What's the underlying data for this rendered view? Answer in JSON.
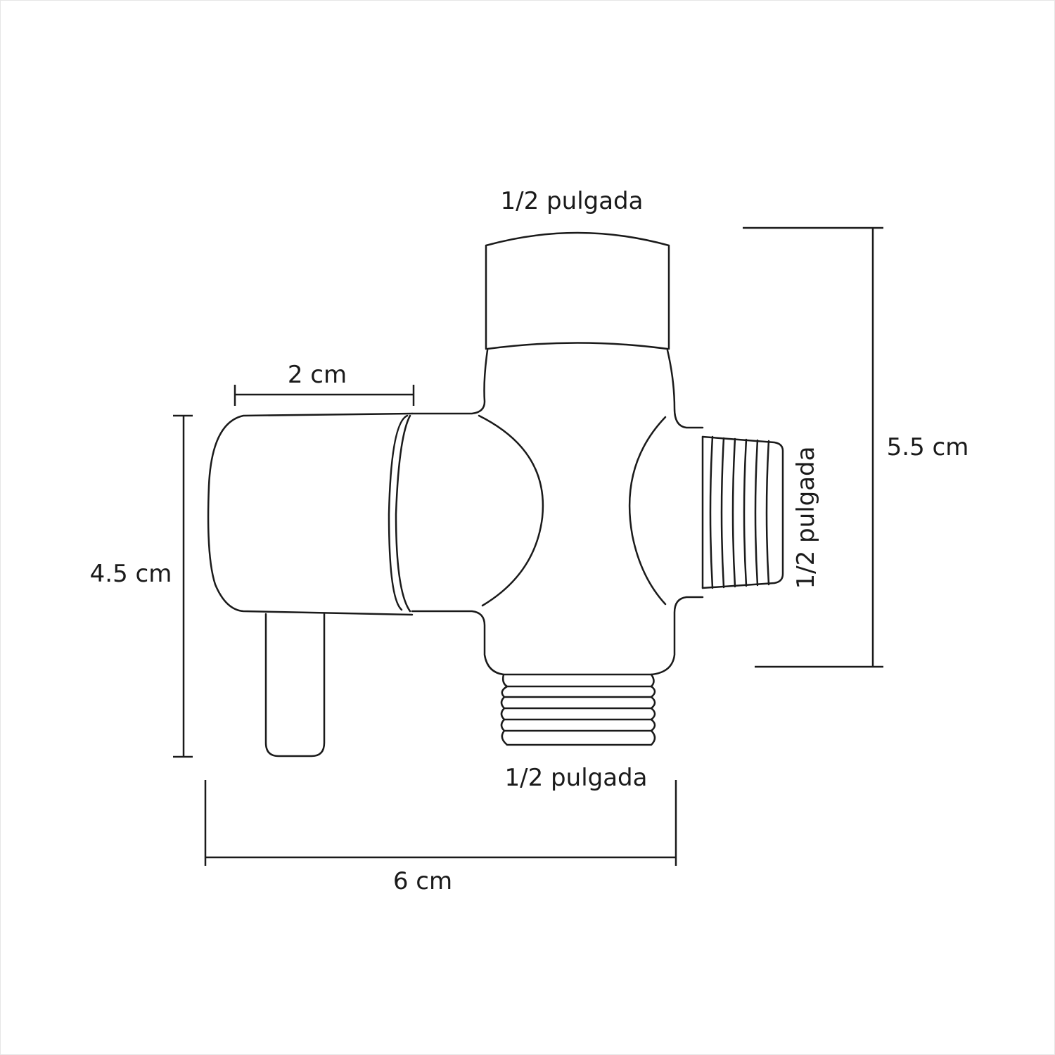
{
  "labels": {
    "top_connection": "1/2 pulgada",
    "right_connection": "1/2 pulgada",
    "bottom_connection": "1/2 pulgada",
    "handle_width": "2 cm",
    "handle_height": "4.5 cm",
    "total_width": "6 cm",
    "total_height": "5.5 cm"
  },
  "colors": {
    "line": "#1a1a1a",
    "background": "#ffffff"
  }
}
